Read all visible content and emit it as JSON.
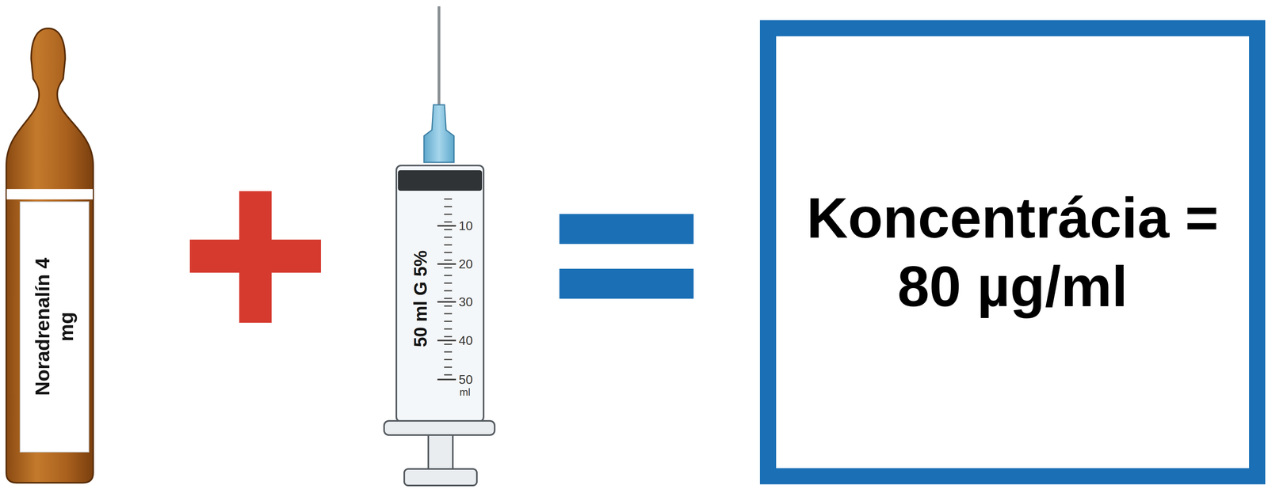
{
  "diagram": {
    "nodes": [
      {
        "text": [
          "Noradrenalín 4 mg"
        ]
      },
      {
        "text": [
          "50 ml G 5%"
        ]
      },
      {
        "text": [
          "Koncentrácia = 80 µg/ml"
        ]
      }
    ],
    "labels": [
      "10",
      "20",
      "30",
      "40",
      "50",
      "ml"
    ]
  }
}
